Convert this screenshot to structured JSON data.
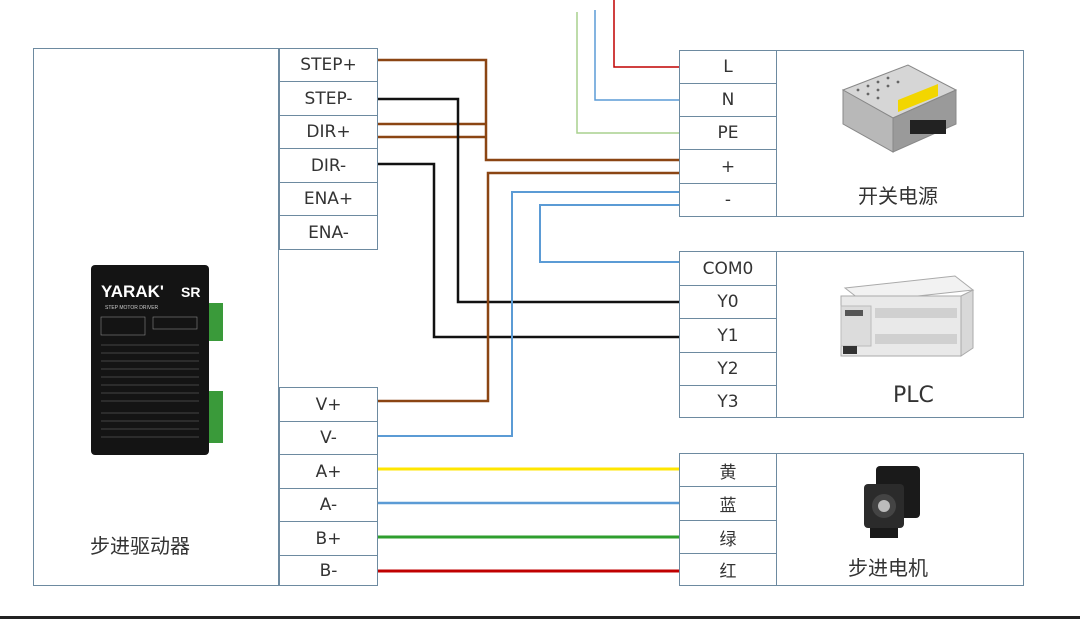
{
  "driver": {
    "label": "步进驱动器",
    "terminals": [
      "STEP+",
      "STEP-",
      "DIR+",
      "DIR-",
      "ENA+",
      "ENA-"
    ],
    "power_terminals": [
      "V+",
      "V-"
    ],
    "motor_terminals": [
      "A+",
      "A-",
      "B+",
      "B-"
    ],
    "device": {
      "brand": "YARAK'",
      "series": "SR",
      "subtitle": "STEP MOTOR DRIVER"
    }
  },
  "psu": {
    "label": "开关电源",
    "terminals": [
      "L",
      "N",
      "PE",
      "+",
      "-"
    ]
  },
  "plc": {
    "label": "PLC",
    "terminals": [
      "COM0",
      "Y0",
      "Y1",
      "Y2",
      "Y3"
    ]
  },
  "motor": {
    "label": "步进电机",
    "terminals": [
      "黄",
      "蓝",
      "绿",
      "红"
    ]
  },
  "colors": {
    "border": "#6d8aa0",
    "brown": "#8b4513",
    "black": "#111111",
    "blue": "#5b9bd5",
    "red": "#c00000",
    "light_green": "#a9d18e",
    "yellow": "#ffe600",
    "green": "#2e9e2e"
  }
}
